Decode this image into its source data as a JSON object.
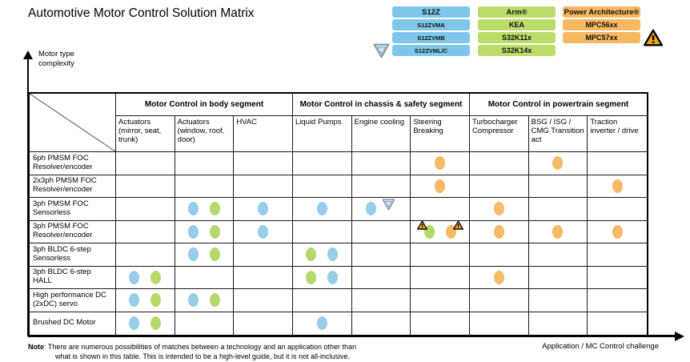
{
  "title": "Automotive Motor Control Solution Matrix",
  "y_axis": {
    "label": "Motor type complexity"
  },
  "x_axis": {
    "label": "Application / MC Control challenge"
  },
  "colors": {
    "blue_box": "#7EC7EA",
    "green_box": "#BBDC68",
    "orange_box": "#F6B860",
    "blue_dot": "#97CDE9",
    "green_dot": "#B5D96B",
    "orange_dot": "#F6BA68",
    "warn_fill": "#F2A71F",
    "shield_stroke": "#7D95A3"
  },
  "legend": {
    "families": [
      {
        "id": "s12z",
        "color_key": "blue",
        "items": [
          {
            "label": "S12Z",
            "primary": true
          },
          {
            "label": "S12ZVMA"
          },
          {
            "label": "S12ZVMB"
          },
          {
            "label": "S12ZVML/C",
            "icon_before": "safety-shield"
          }
        ]
      },
      {
        "id": "arm",
        "color_key": "green",
        "items": [
          {
            "label": "Arm®",
            "primary": true
          },
          {
            "label": "KEA"
          },
          {
            "label": "S32K11x"
          },
          {
            "label": "S32K14x"
          }
        ]
      },
      {
        "id": "power",
        "color_key": "orange",
        "items": [
          {
            "label": "Power Architecture®",
            "primary": true
          },
          {
            "label": "MPC56xx"
          },
          {
            "label": "MPC57xx",
            "icon_after": "functional-safety-warning"
          }
        ]
      }
    ]
  },
  "matrix": {
    "groups": [
      {
        "label": "Motor Control in body segment",
        "span": 3
      },
      {
        "label": "Motor Control in chassis & safety segment",
        "span": 3
      },
      {
        "label": "Motor Control in powertrain segment",
        "span": 3
      }
    ],
    "columns": [
      "Actuators (mirror, seat, trunk)",
      "Actuators (window, roof, door)",
      "HVAC",
      "Liquid Pumps",
      "Engine cooling",
      "Steering Breaking",
      "Turbocharger Compressor",
      "BSG / ISG / CMG Transition act",
      "Traction inverter / drive"
    ],
    "rows": [
      {
        "label": "6ph PMSM FOC Resolver/encoder",
        "cells": [
          [],
          [],
          [],
          [],
          [],
          [
            {
              "dot": "orange"
            }
          ],
          [],
          [
            {
              "dot": "orange"
            }
          ],
          []
        ]
      },
      {
        "label": "2x3ph PMSM FOC Resolver/encoder",
        "cells": [
          [],
          [],
          [],
          [],
          [],
          [
            {
              "dot": "orange"
            }
          ],
          [],
          [],
          [
            {
              "dot": "orange"
            }
          ]
        ]
      },
      {
        "label": "3ph PMSM FOC Sensorless",
        "cells": [
          [],
          [
            {
              "dot": "blue"
            },
            {
              "dot": "green"
            }
          ],
          [
            {
              "dot": "blue"
            }
          ],
          [
            {
              "dot": "blue"
            }
          ],
          [
            {
              "dot": "blue"
            },
            {
              "icon": "safety-shield"
            }
          ],
          [],
          [
            {
              "dot": "orange"
            }
          ],
          [],
          []
        ]
      },
      {
        "label": "3ph PMSM FOC Resolver/encoder",
        "cells": [
          [],
          [
            {
              "dot": "blue"
            },
            {
              "dot": "green"
            }
          ],
          [
            {
              "dot": "blue"
            }
          ],
          [],
          [],
          [
            {
              "dot": "green",
              "warn": "left"
            },
            {
              "dot": "orange",
              "warn": "right"
            }
          ],
          [
            {
              "dot": "orange"
            }
          ],
          [
            {
              "dot": "orange"
            }
          ],
          [
            {
              "dot": "orange"
            }
          ]
        ]
      },
      {
        "label": "3ph BLDC 6-step Sensorless",
        "cells": [
          [],
          [
            {
              "dot": "blue"
            },
            {
              "dot": "green"
            }
          ],
          [],
          [
            {
              "dot": "green"
            },
            {
              "dot": "blue"
            }
          ],
          [],
          [],
          [],
          [],
          []
        ]
      },
      {
        "label": "3ph BLDC 6-step HALL",
        "cells": [
          [
            {
              "dot": "blue"
            },
            {
              "dot": "green"
            }
          ],
          [],
          [],
          [
            {
              "dot": "green"
            },
            {
              "dot": "blue"
            }
          ],
          [],
          [],
          [
            {
              "dot": "orange"
            }
          ],
          [],
          []
        ]
      },
      {
        "label": "High performance DC (2xDC) servo",
        "cells": [
          [
            {
              "dot": "blue"
            },
            {
              "dot": "green"
            }
          ],
          [
            {
              "dot": "blue"
            },
            {
              "dot": "green"
            }
          ],
          [],
          [],
          [],
          [],
          [],
          [],
          []
        ]
      },
      {
        "label": "Brushed DC Motor",
        "cells": [
          [
            {
              "dot": "blue"
            },
            {
              "dot": "green"
            }
          ],
          [],
          [],
          [
            {
              "dot": "blue"
            }
          ],
          [],
          [],
          [],
          [],
          []
        ]
      }
    ]
  },
  "note": {
    "prefix": "Note",
    "line1": ": There are numerous possibilities of matches between a technology and an application other than",
    "line2": "what is shown in this table. This is intended to be a high-level guide, but it is not all-inclusive."
  }
}
